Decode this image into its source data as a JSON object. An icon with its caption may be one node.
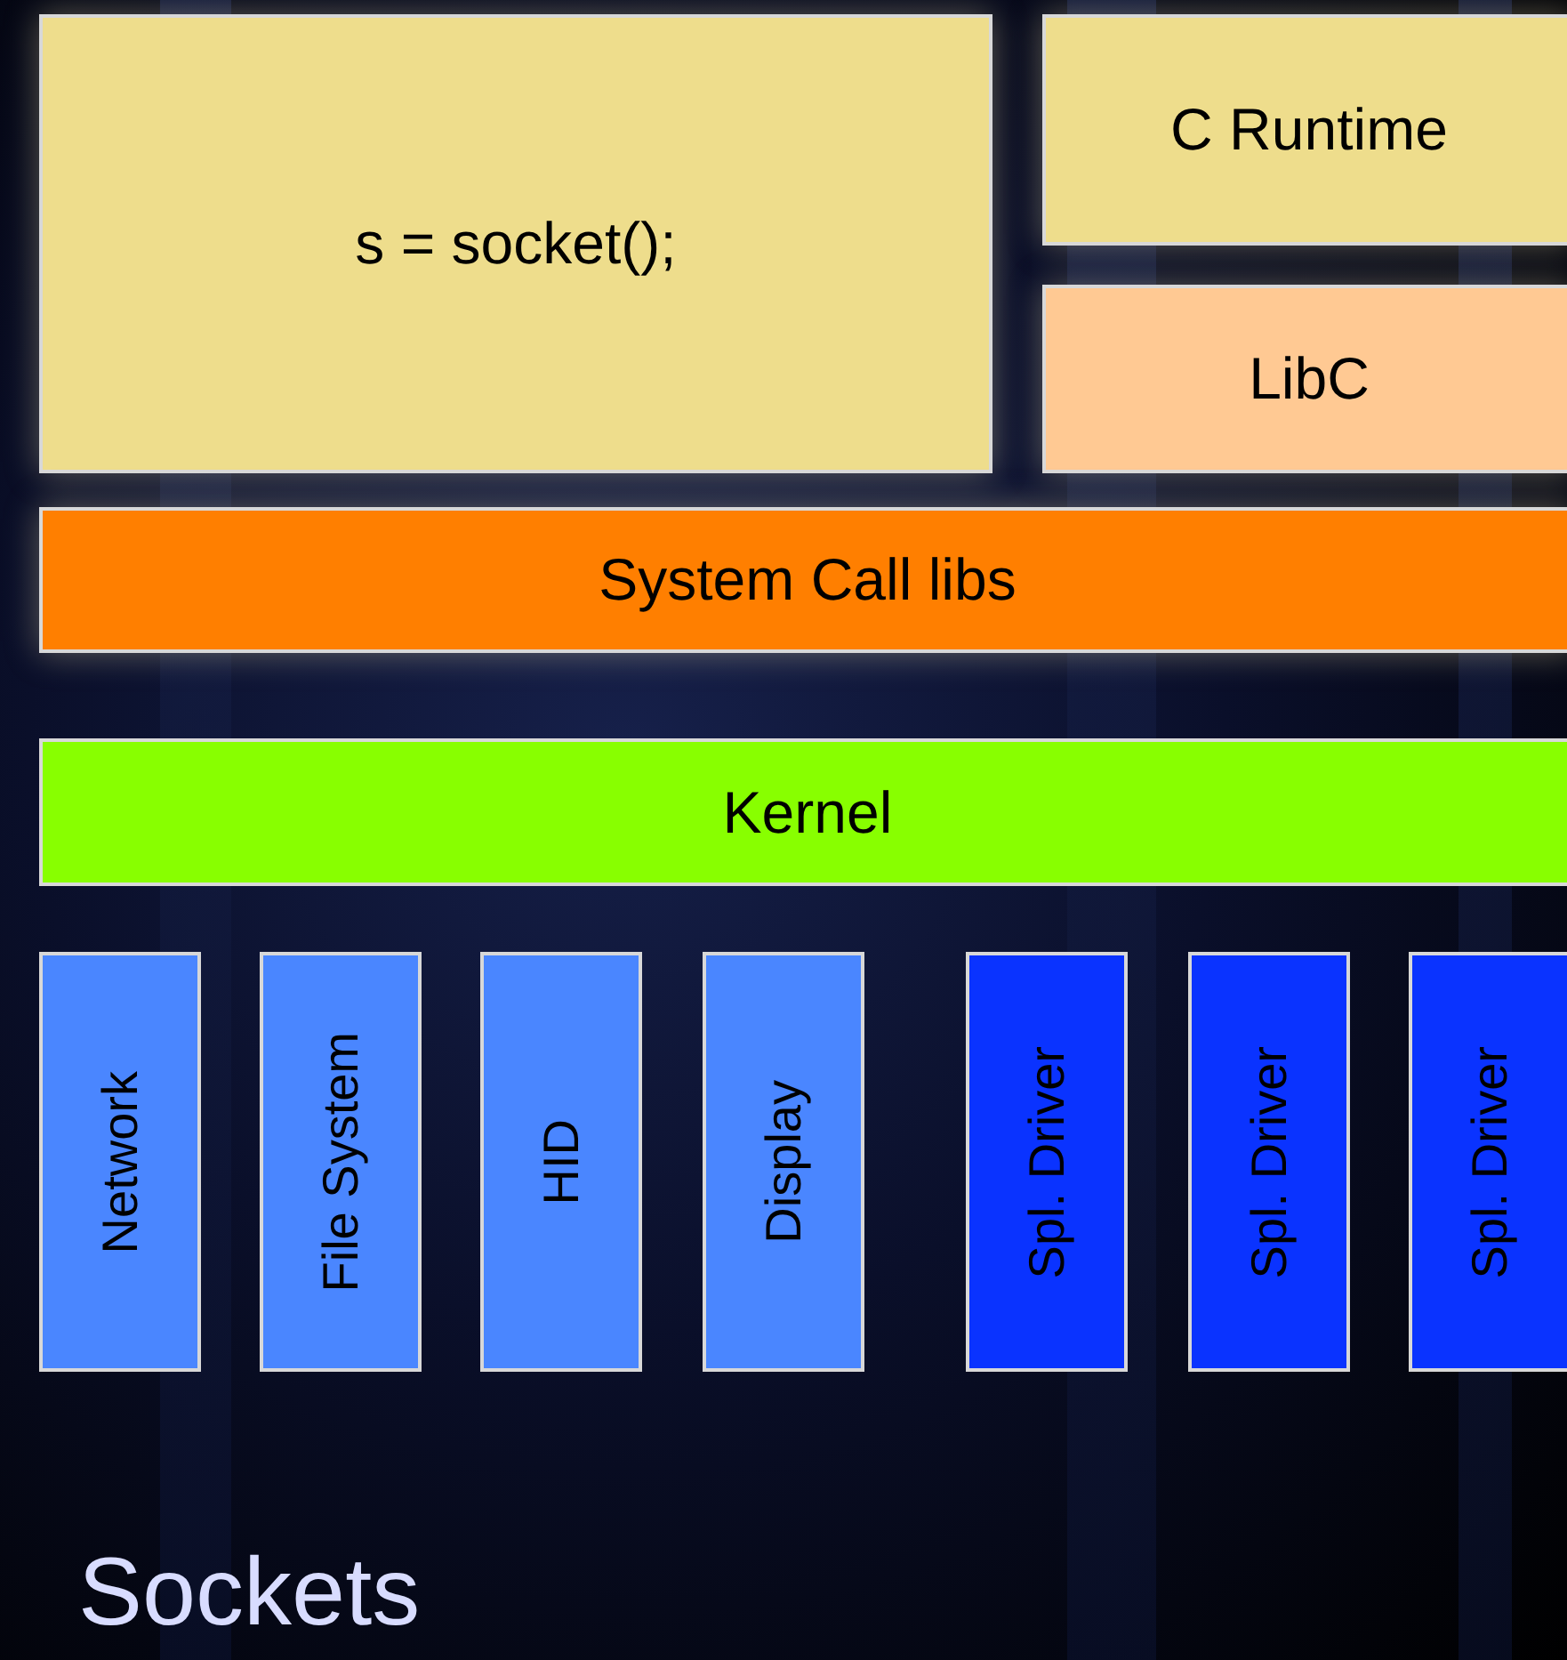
{
  "diagram": {
    "title": "Sockets",
    "nodes": [
      {
        "text": [
          "s = socket();"
        ]
      },
      {
        "text": [
          "C Runtime"
        ]
      },
      {
        "text": [
          "LibC"
        ]
      },
      {
        "text": [
          "System Call libs"
        ]
      },
      {
        "text": [
          "Kernel"
        ]
      },
      {
        "text": [
          "Network"
        ]
      },
      {
        "text": [
          "File System"
        ]
      },
      {
        "text": [
          "HID"
        ]
      },
      {
        "text": [
          "Display"
        ]
      },
      {
        "text": [
          "Spl. Driver"
        ]
      },
      {
        "text": [
          "Spl. Driver"
        ]
      },
      {
        "text": [
          "Spl. Driver"
        ]
      }
    ]
  }
}
